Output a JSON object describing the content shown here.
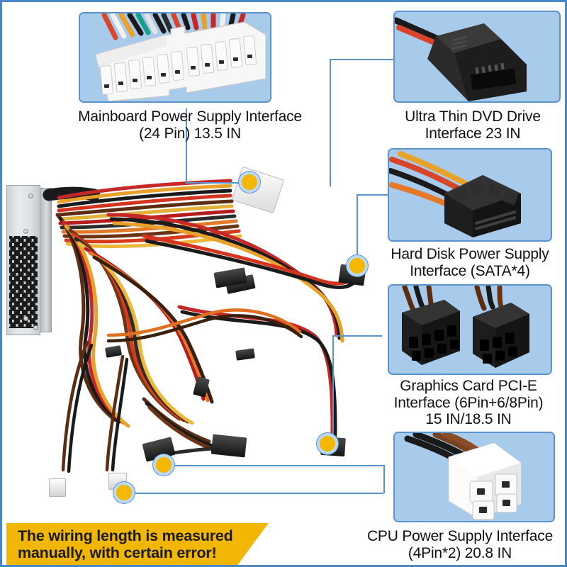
{
  "image": {
    "title": "Power supply wiring harness connector diagram",
    "background_color": "#ffffff",
    "border_color": "#4a86c8",
    "panel_bg_color": "#a8cbeb",
    "panel_border_color": "#5b93cc",
    "leader_line_color": "#5b93cc",
    "marker_color": "#f5b800",
    "banner_color": "#f2b705"
  },
  "callouts": [
    {
      "id": "mainboard",
      "connector_name": "mainboard-24pin-connector",
      "caption": "Mainboard Power Supply Interface\n(24 Pin) 13.5 IN",
      "pin_count": "24 Pin",
      "length": "13.5 IN"
    },
    {
      "id": "dvd",
      "connector_name": "slim-sata-dvd-connector",
      "caption": "Ultra Thin DVD Drive\nInterface  23 IN",
      "length": "23 IN"
    },
    {
      "id": "sata",
      "connector_name": "sata-power-connector",
      "caption": "Hard Disk Power Supply\nInterface   (SATA*4)",
      "quantity": "SATA*4"
    },
    {
      "id": "pcie",
      "connector_name": "pcie-graphics-connector",
      "caption": "Graphics Card PCI-E\nInterface   (6Pin+6/8Pin)\n15 IN/18.5 IN",
      "pin_count": "6Pin+6/8Pin",
      "length": "15 IN/18.5 IN"
    },
    {
      "id": "cpu",
      "connector_name": "cpu-4pin-connector",
      "caption": "CPU Power Supply Interface\n(4Pin*2)  20.8 IN",
      "pin_count": "4Pin*2",
      "length": "20.8 IN"
    }
  ],
  "banner": {
    "text": "The wiring length is measured\nmanually, with certain error!"
  }
}
